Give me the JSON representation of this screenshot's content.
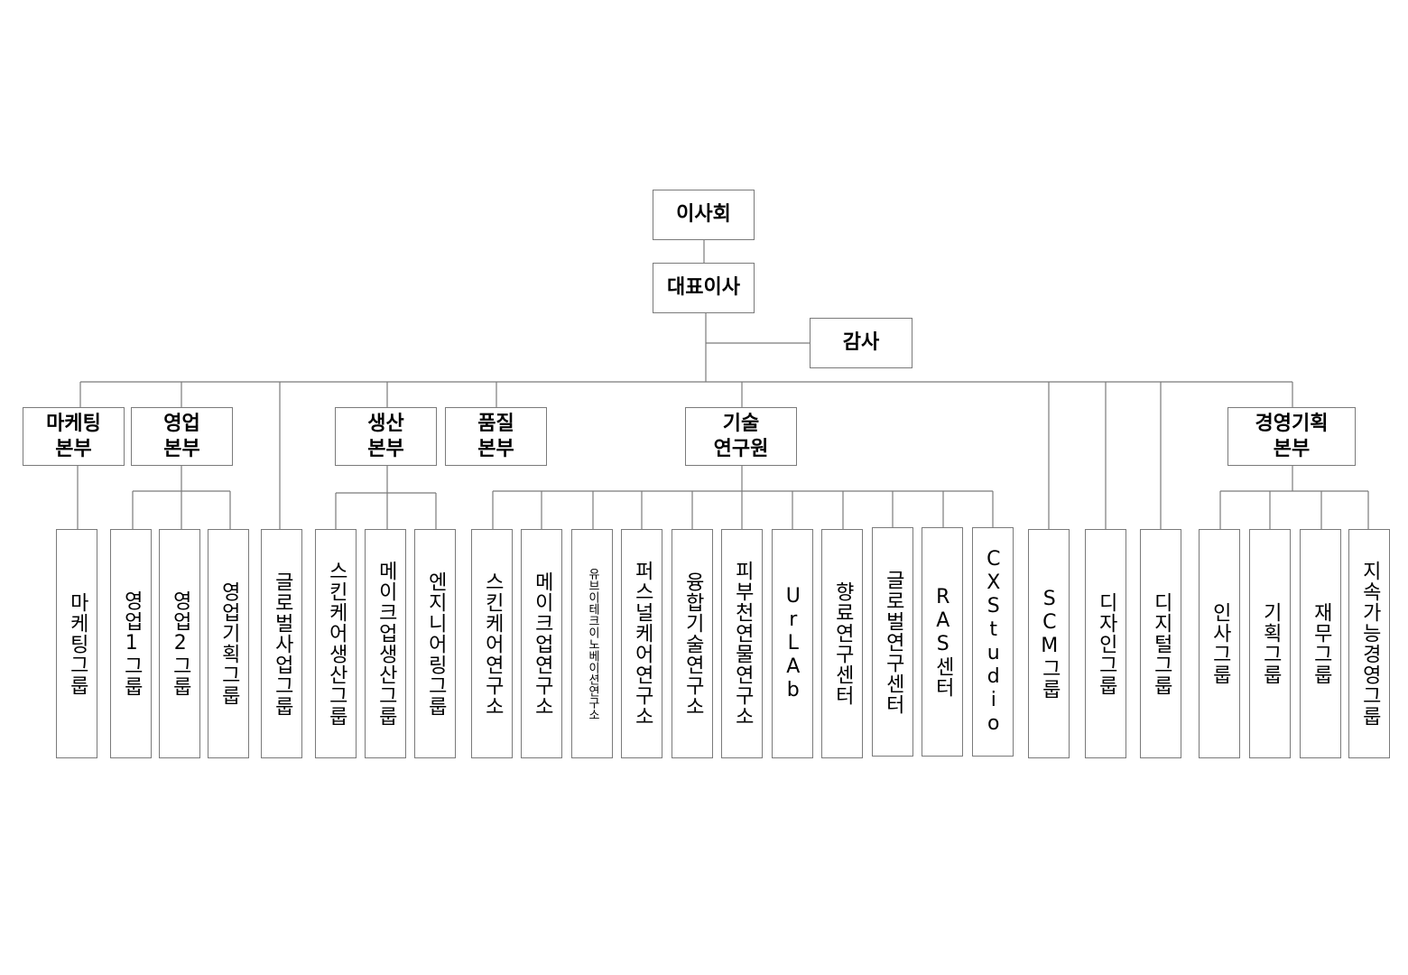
{
  "nodes": {
    "board": "이사회",
    "ceo": "대표이사",
    "audit": "감사",
    "marketing_hq": "마케팅\n본부",
    "sales_hq": "영업\n본부",
    "production_hq": "생산\n본부",
    "quality_hq": "품질\n본부",
    "tech_institute": "기술\n연구원",
    "management_hq": "경영기획\n본부",
    "marketing_group": "마케팅그룹",
    "sales1_group": "영업1그룹",
    "sales2_group": "영업2그룹",
    "sales_planning_group": "영업기획그룹",
    "global_business_group": "글로벌사업그룹",
    "skincare_production_group": "스킨케어생산그룹",
    "makeup_production_group": "메이크업생산그룹",
    "engineering_group": "엔지니어링그룹",
    "skincare_lab": "스킨케어연구소",
    "makeup_lab": "메이크업연구소",
    "ubiquitous_innovation_lab": "유브이테크이노베이션연구소",
    "personal_care_lab": "퍼스널케어연구소",
    "fusion_tech_lab": "융합기술연구소",
    "natural_materials_lab": "피부천연물연구소",
    "ur_lab": "UrLAb",
    "fragrance_center": "향료연구센터",
    "global_research_center": "글로벌연구센터",
    "ras_center": "RAS센터",
    "cx_studio": "CXStudio",
    "scm_group": "SCM그룹",
    "design_group": "디자인그룹",
    "digital_group": "디지털그룹",
    "hr_group": "인사그룹",
    "planning_group": "기획그룹",
    "finance_group": "재무그룹",
    "sustainability_group": "지속가능경영그룹"
  },
  "colors": {
    "line": "#7a7a7a",
    "border": "#7a7a7a",
    "text": "#000000"
  }
}
